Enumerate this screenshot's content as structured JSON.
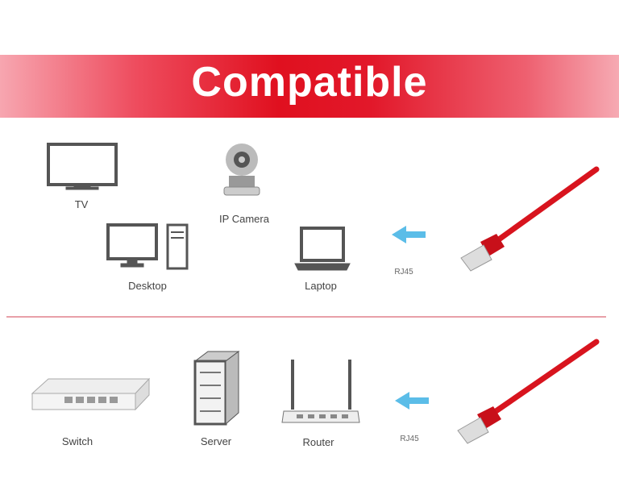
{
  "banner": {
    "title": "Compatible",
    "color": "#e0101f"
  },
  "top_devices": [
    {
      "label": "TV"
    },
    {
      "label": "IP Camera"
    },
    {
      "label": "Desktop"
    },
    {
      "label": "Laptop"
    }
  ],
  "bottom_devices": [
    {
      "label": "Switch"
    },
    {
      "label": "Server"
    },
    {
      "label": "Router"
    }
  ],
  "connector": {
    "top_label": "RJ45",
    "bottom_label": "RJ45",
    "arrow_color": "#5bbde8",
    "cable_color": "#d8141e"
  }
}
